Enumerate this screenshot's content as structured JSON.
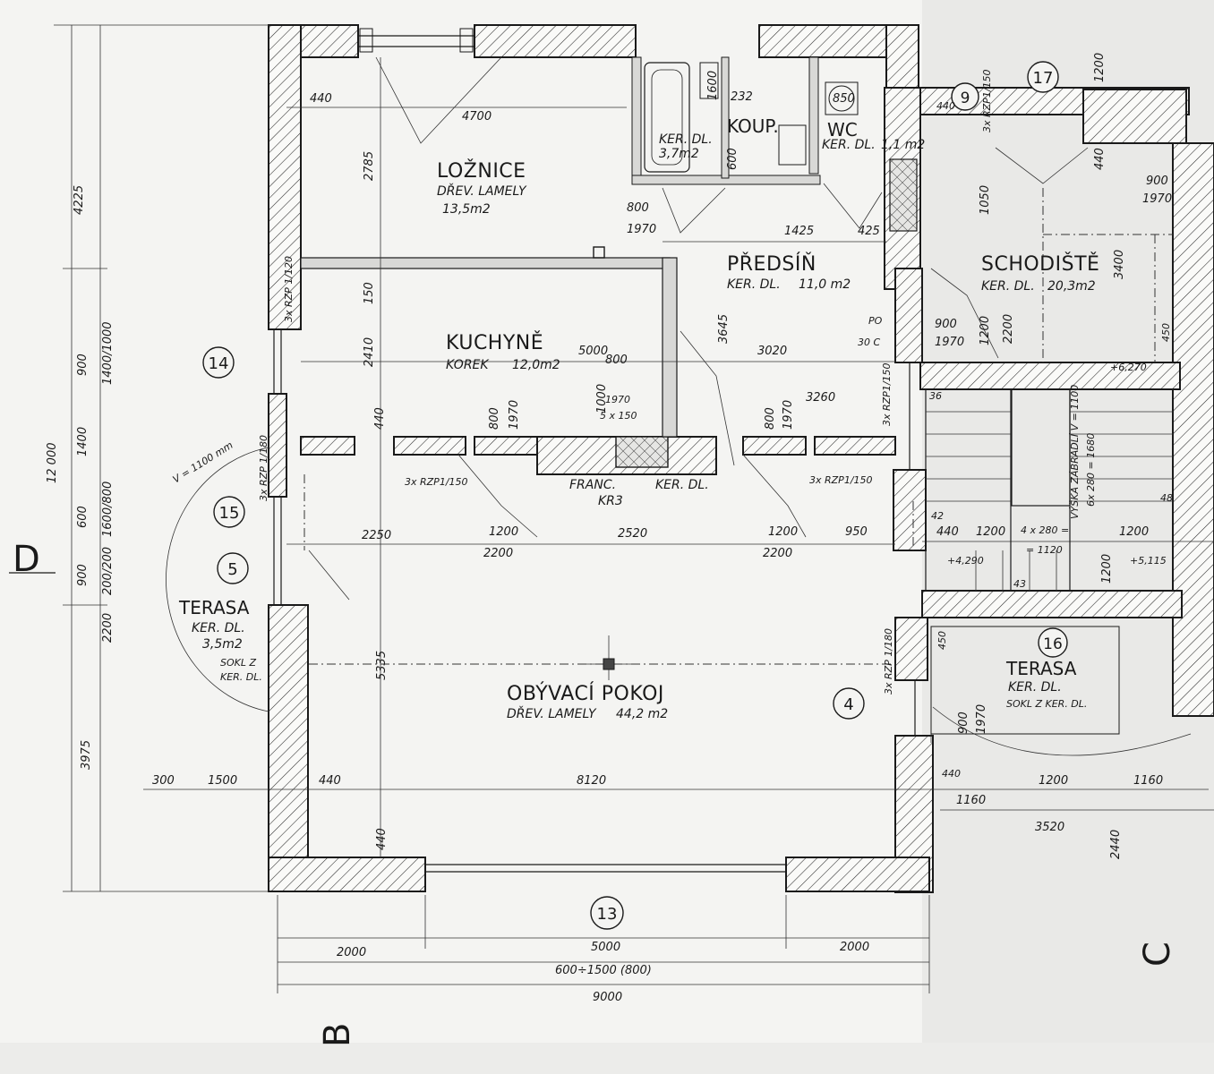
{
  "rooms": {
    "loznice": {
      "name": "LOŽNICE",
      "floor": "DŘEV. LAMELY",
      "area": "13,5m2"
    },
    "kuchyne": {
      "name": "KUCHYNĚ",
      "floor": "KOREK",
      "area": "12,0m2"
    },
    "predsin": {
      "name": "PŘEDSÍŇ",
      "floor": "KER. DL.",
      "area": "11,0 m2"
    },
    "schodiste": {
      "name": "SCHODIŠTĚ",
      "floor": "KER. DL.",
      "area": "20,3m2"
    },
    "obyvaci": {
      "name": "OBÝVACÍ POKOJ",
      "floor": "DŘEV. LAMELY",
      "area": "44,2 m2"
    },
    "koupelna": {
      "name": "KOUP.",
      "floor": "KER. DL.",
      "area": "3,7m2"
    },
    "wc": {
      "name": "WC",
      "floor": "KER. DL.",
      "area": "1,1 m2"
    },
    "terasa_w": {
      "name": "TERASA",
      "floor": "KER. DL.",
      "area": "3,5m2",
      "note1": "SOKL Z",
      "note2": "KER. DL."
    },
    "terasa_e": {
      "name": "TERASA",
      "floor": "KER. DL.",
      "note": "SOKL Z KER. DL."
    },
    "franc": {
      "line1": "FRANC.",
      "line2": "KR3",
      "floor": "KER. DL."
    }
  },
  "axes": {
    "d": "D",
    "c": "C",
    "b": "B"
  },
  "markers": [
    "14",
    "15",
    "5",
    "9",
    "17",
    "4",
    "13",
    "16"
  ],
  "vertical_dims_left": [
    "4225",
    "12 000",
    "3975",
    "900",
    "1400",
    "600",
    "900",
    "2200",
    "1400/1000",
    "1600/800",
    "200/200"
  ],
  "bottom_dims": {
    "left": "2000",
    "mid": "5000",
    "right": "2000",
    "opening": "600÷1500 (800)",
    "total": "9000"
  },
  "interior_dims": {
    "d4700": "4700",
    "d440a": "440",
    "d2785": "2785",
    "d800": "800",
    "d1970": "1970",
    "d1425": "1425",
    "d425": "425",
    "d5000": "5000",
    "d3020": "3020",
    "d3260": "3260",
    "d3645": "3645",
    "d2410": "2410",
    "d150": "150",
    "d440b": "440",
    "d2250": "2250",
    "d1200a": "1200",
    "d2200a": "2200",
    "d2520": "2520",
    "d1200b": "1200",
    "d2200b": "2200",
    "d950": "950",
    "d5335": "5335",
    "d8120": "8120",
    "d440c": "440",
    "d440d": "440",
    "d300": "300",
    "d1500": "1500",
    "d1160a": "1160",
    "d1200c": "1200",
    "d1160b": "1160",
    "d3520": "3520",
    "d2440": "2440",
    "d1050": "1050",
    "d3400": "3400",
    "d1200d": "1200",
    "d2200c": "2200",
    "d900a": "900",
    "d1970b": "1970",
    "d900b": "900",
    "d1970c": "1970",
    "d1200e": "1200",
    "d440e": "440",
    "d232": "232",
    "d850": "850",
    "d1600": "1600",
    "d600": "600",
    "d1200f": "1200",
    "d1200g": "1200",
    "d1200h": "1200",
    "d440f": "440",
    "d42": "42",
    "d48": "48",
    "d43": "43",
    "d36": "36",
    "rzp120": "3x RZP 1/120",
    "rzp180": "3x RZP 1/180",
    "rzp150a": "3x RZP1/150",
    "rzp150b": "3x RZP1/150",
    "rzp150c": "3x RZP1/150",
    "rzp150d": "3x RZP1/150",
    "rzp1180": "3x RZP 1/180",
    "stairs": "4 x 280 =",
    "stairs2": "= 1120",
    "stairs3": "6x 280 = 1680",
    "vyska": "VÝŠKA ZÁBRADLÍ V = 1100",
    "lvl1": "+4,290",
    "lvl2": "+5,115",
    "lvl3": "+6,270",
    "po": "PO",
    "po2": "30 C",
    "radius": "V = 1100 mm",
    "d900_1970": "900",
    "d1970d": "1970",
    "d450": "450",
    "d450b": "450",
    "d5x150": "5 x 150",
    "d1000": "1000",
    "d1970e": "1970",
    "d800b": "800",
    "d800c": "800",
    "d800d": "800",
    "d1970f": "1970",
    "d1970g": "1970",
    "d440g": "440",
    "d440h": "440"
  }
}
